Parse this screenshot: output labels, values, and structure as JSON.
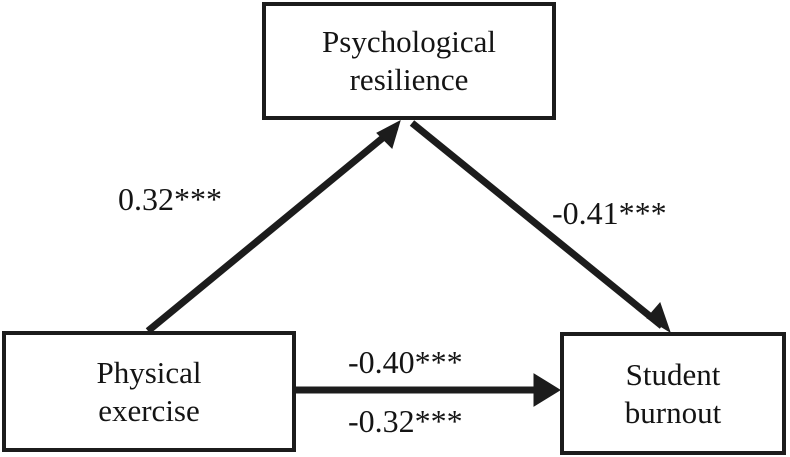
{
  "diagram": {
    "type": "mediation-path-diagram",
    "nodes": [
      {
        "id": "psychological-resilience",
        "role": "mediator",
        "line1": "Psychological",
        "line2": "resilience"
      },
      {
        "id": "physical-exercise",
        "role": "predictor",
        "line1": "Physical",
        "line2": "exercise"
      },
      {
        "id": "student-burnout",
        "role": "outcome",
        "line1": "Student",
        "line2": "burnout"
      }
    ],
    "paths": [
      {
        "id": "a-path",
        "from": "physical-exercise",
        "to": "psychological-resilience",
        "coefficient": "0.32***"
      },
      {
        "id": "b-path",
        "from": "psychological-resilience",
        "to": "student-burnout",
        "coefficient": "-0.41***"
      },
      {
        "id": "c-path",
        "from": "physical-exercise",
        "to": "student-burnout",
        "coefficient": "-0.40***"
      },
      {
        "id": "c-prime-path",
        "from": "physical-exercise",
        "to": "student-burnout",
        "coefficient": "-0.32***"
      }
    ],
    "colors": {
      "stroke": "#1c1c1c",
      "text": "#141414",
      "background": "#ffffff"
    }
  }
}
